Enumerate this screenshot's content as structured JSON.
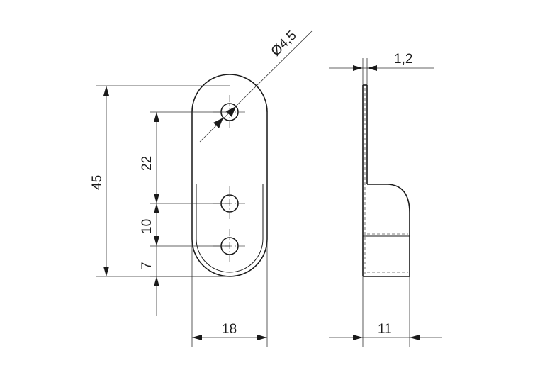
{
  "dimensions": {
    "hole_diameter": "Ø4,5",
    "total_height": "45",
    "hole_spacing_top": "22",
    "hole_spacing_lower": "10",
    "bottom_offset": "7",
    "width": "18",
    "thickness": "1,2",
    "depth": "11"
  }
}
